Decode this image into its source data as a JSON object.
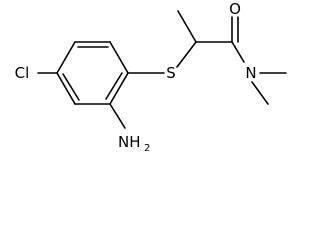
{
  "structure": {
    "atoms": {
      "cl": "Cl",
      "s": "S",
      "o": "O",
      "n": "N",
      "nh2_main": "NH",
      "nh2_sub": "2"
    }
  }
}
